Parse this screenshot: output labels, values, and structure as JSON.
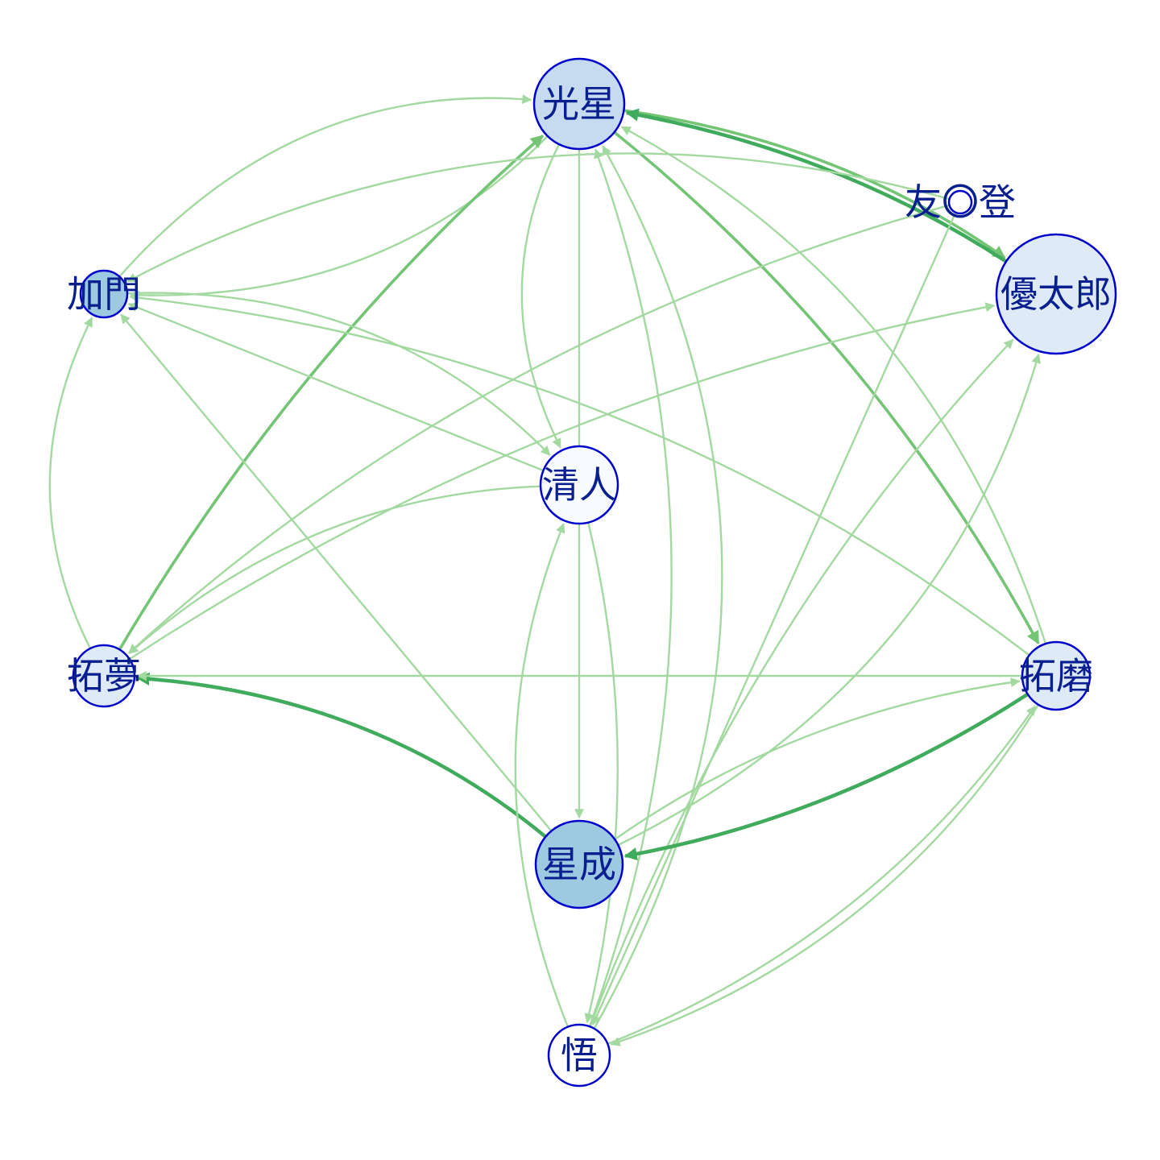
{
  "colors": {
    "edge_light": "#a3d9a0",
    "edge_mid": "#74c476",
    "edge_dark": "#41ab5d",
    "node_stroke": "#0000cc",
    "label": "#0a1f8f"
  },
  "nodes": [
    {
      "id": "kousei",
      "label": "光星",
      "fill": "#c6dbef"
    },
    {
      "id": "kamon",
      "label": "加門",
      "fill": "#9ecae1"
    },
    {
      "id": "yutaro",
      "label": "優太郎",
      "fill": "#deebf7"
    },
    {
      "id": "kiyoto",
      "label": "清人",
      "fill": "#f7fbff"
    },
    {
      "id": "takumu",
      "label": "拓夢",
      "fill": "#deebf7"
    },
    {
      "id": "takuma",
      "label": "拓磨",
      "fill": "#deebf7"
    },
    {
      "id": "seisei",
      "label": "星成",
      "fill": "#9ecae1"
    },
    {
      "id": "satoru",
      "label": "悟",
      "fill": "#ffffff"
    },
    {
      "id": "yuto",
      "label": "友〇登",
      "fill": "#ffffff"
    }
  ],
  "edges": [
    {
      "from": "kamon",
      "to": "kousei",
      "weight": 1
    },
    {
      "from": "kousei",
      "to": "kamon",
      "weight": 1
    },
    {
      "from": "takumu",
      "to": "kousei",
      "weight": 2
    },
    {
      "from": "kousei",
      "to": "yutaro",
      "weight": 2
    },
    {
      "from": "yutaro",
      "to": "kousei",
      "weight": 3
    },
    {
      "from": "kousei",
      "to": "takuma",
      "weight": 2
    },
    {
      "from": "kousei",
      "to": "kiyoto",
      "weight": 1
    },
    {
      "from": "kousei",
      "to": "seisei",
      "weight": 1
    },
    {
      "from": "satoru",
      "to": "kousei",
      "weight": 1
    },
    {
      "from": "satoru",
      "to": "kousei",
      "weight": 1
    },
    {
      "from": "takuma",
      "to": "kousei",
      "weight": 1
    },
    {
      "from": "yuto",
      "to": "kamon",
      "weight": 1
    },
    {
      "from": "kamon",
      "to": "kiyoto",
      "weight": 1
    },
    {
      "from": "kiyoto",
      "to": "kamon",
      "weight": 1
    },
    {
      "from": "takumu",
      "to": "kamon",
      "weight": 1
    },
    {
      "from": "seisei",
      "to": "kamon",
      "weight": 1
    },
    {
      "from": "takuma",
      "to": "kamon",
      "weight": 1
    },
    {
      "from": "takumu",
      "to": "yutaro",
      "weight": 1
    },
    {
      "from": "yuto",
      "to": "takumu",
      "weight": 1
    },
    {
      "from": "kiyoto",
      "to": "takumu",
      "weight": 1
    },
    {
      "from": "seisei",
      "to": "takumu",
      "weight": 3
    },
    {
      "from": "takuma",
      "to": "takumu",
      "weight": 1
    },
    {
      "from": "seisei",
      "to": "yutaro",
      "weight": 1
    },
    {
      "from": "satoru",
      "to": "yutaro",
      "weight": 1
    },
    {
      "from": "yuto",
      "to": "satoru",
      "weight": 1
    },
    {
      "from": "takuma",
      "to": "seisei",
      "weight": 3
    },
    {
      "from": "satoru",
      "to": "takuma",
      "weight": 1
    },
    {
      "from": "seisei",
      "to": "takuma",
      "weight": 1
    },
    {
      "from": "satoru",
      "to": "kiyoto",
      "weight": 1
    },
    {
      "from": "kiyoto",
      "to": "satoru",
      "weight": 1
    },
    {
      "from": "takuma",
      "to": "satoru",
      "weight": 1
    }
  ]
}
